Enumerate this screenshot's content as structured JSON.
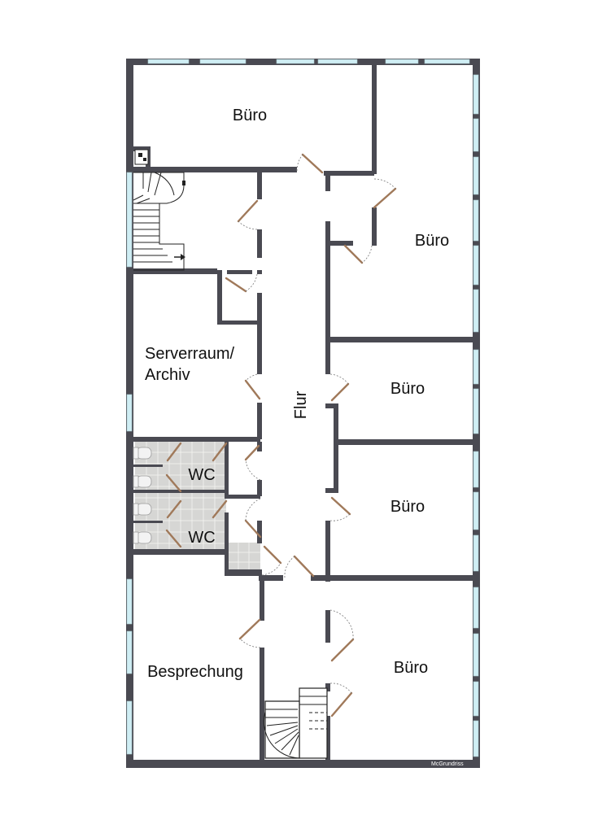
{
  "rooms": {
    "buero_top": "Büro",
    "buero_right_upper": "Büro",
    "buero_right_mid1": "Büro",
    "buero_right_mid2": "Büro",
    "buero_right_lower": "Büro",
    "server_line1": "Serverraum/",
    "server_line2": "Archiv",
    "wc_upper": "WC",
    "wc_lower": "WC",
    "besprechung": "Besprechung",
    "flur": "Flur"
  },
  "brand": "McGrundriss",
  "colors": {
    "wall": "#4a4a52",
    "window": "#cfeef4",
    "tile": "#d6d6d4",
    "door": "#a0795a"
  }
}
